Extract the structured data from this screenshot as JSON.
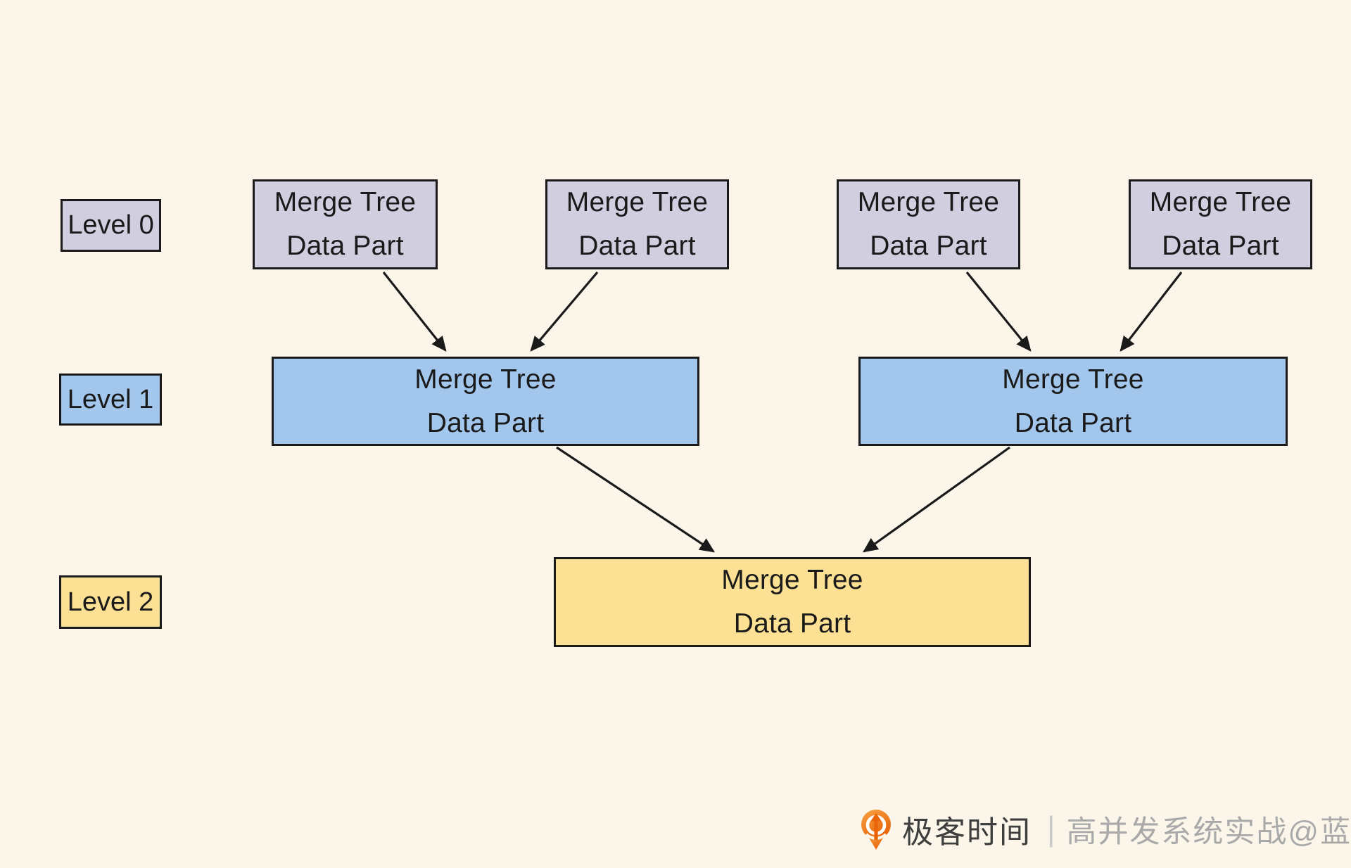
{
  "colors": {
    "background": "#FBF6E9",
    "level0_fill": "#D1CEE0",
    "level1_fill": "#A3C7EC",
    "level2_fill": "#FCE194",
    "box_border": "#1A1A1A",
    "arrow": "#1A1A1A",
    "logo_orange": "#ED6C0E",
    "brand_text": "#3E3E3E",
    "credit_text": "#A9A9A9"
  },
  "legend": {
    "items": [
      {
        "label": "Level 0"
      },
      {
        "label": "Level 1"
      },
      {
        "label": "Level 2"
      }
    ]
  },
  "boxes": {
    "level0": [
      {
        "line1": "Merge Tree",
        "line2": "Data Part"
      },
      {
        "line1": "Merge Tree",
        "line2": "Data Part"
      },
      {
        "line1": "Merge Tree",
        "line2": "Data Part"
      },
      {
        "line1": "Merge Tree",
        "line2": "Data Part"
      }
    ],
    "level1": [
      {
        "line1": "Merge Tree",
        "line2": "Data Part"
      },
      {
        "line1": "Merge Tree",
        "line2": "Data Part"
      }
    ],
    "level2": [
      {
        "line1": "Merge Tree",
        "line2": "Data Part"
      }
    ]
  },
  "watermark": {
    "brand": "极客时间",
    "divider": "|",
    "credit": "高并发系统实战@蓝天"
  }
}
